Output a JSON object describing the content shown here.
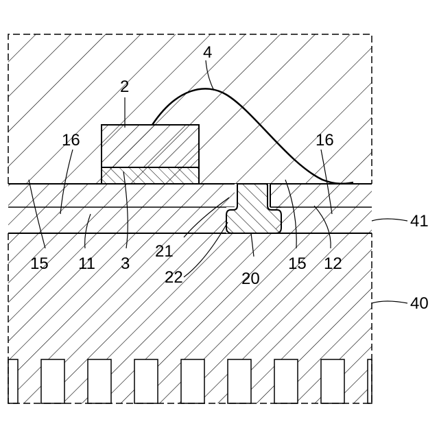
{
  "labels": {
    "n2": "2",
    "n4": "4",
    "n16_left": "16",
    "n16_right": "16",
    "n15_left": "15",
    "n11": "11",
    "n3": "3",
    "n21": "21",
    "n22": "22",
    "n20": "20",
    "n15_right": "15",
    "n12": "12",
    "n41": "41",
    "n40": "40"
  }
}
